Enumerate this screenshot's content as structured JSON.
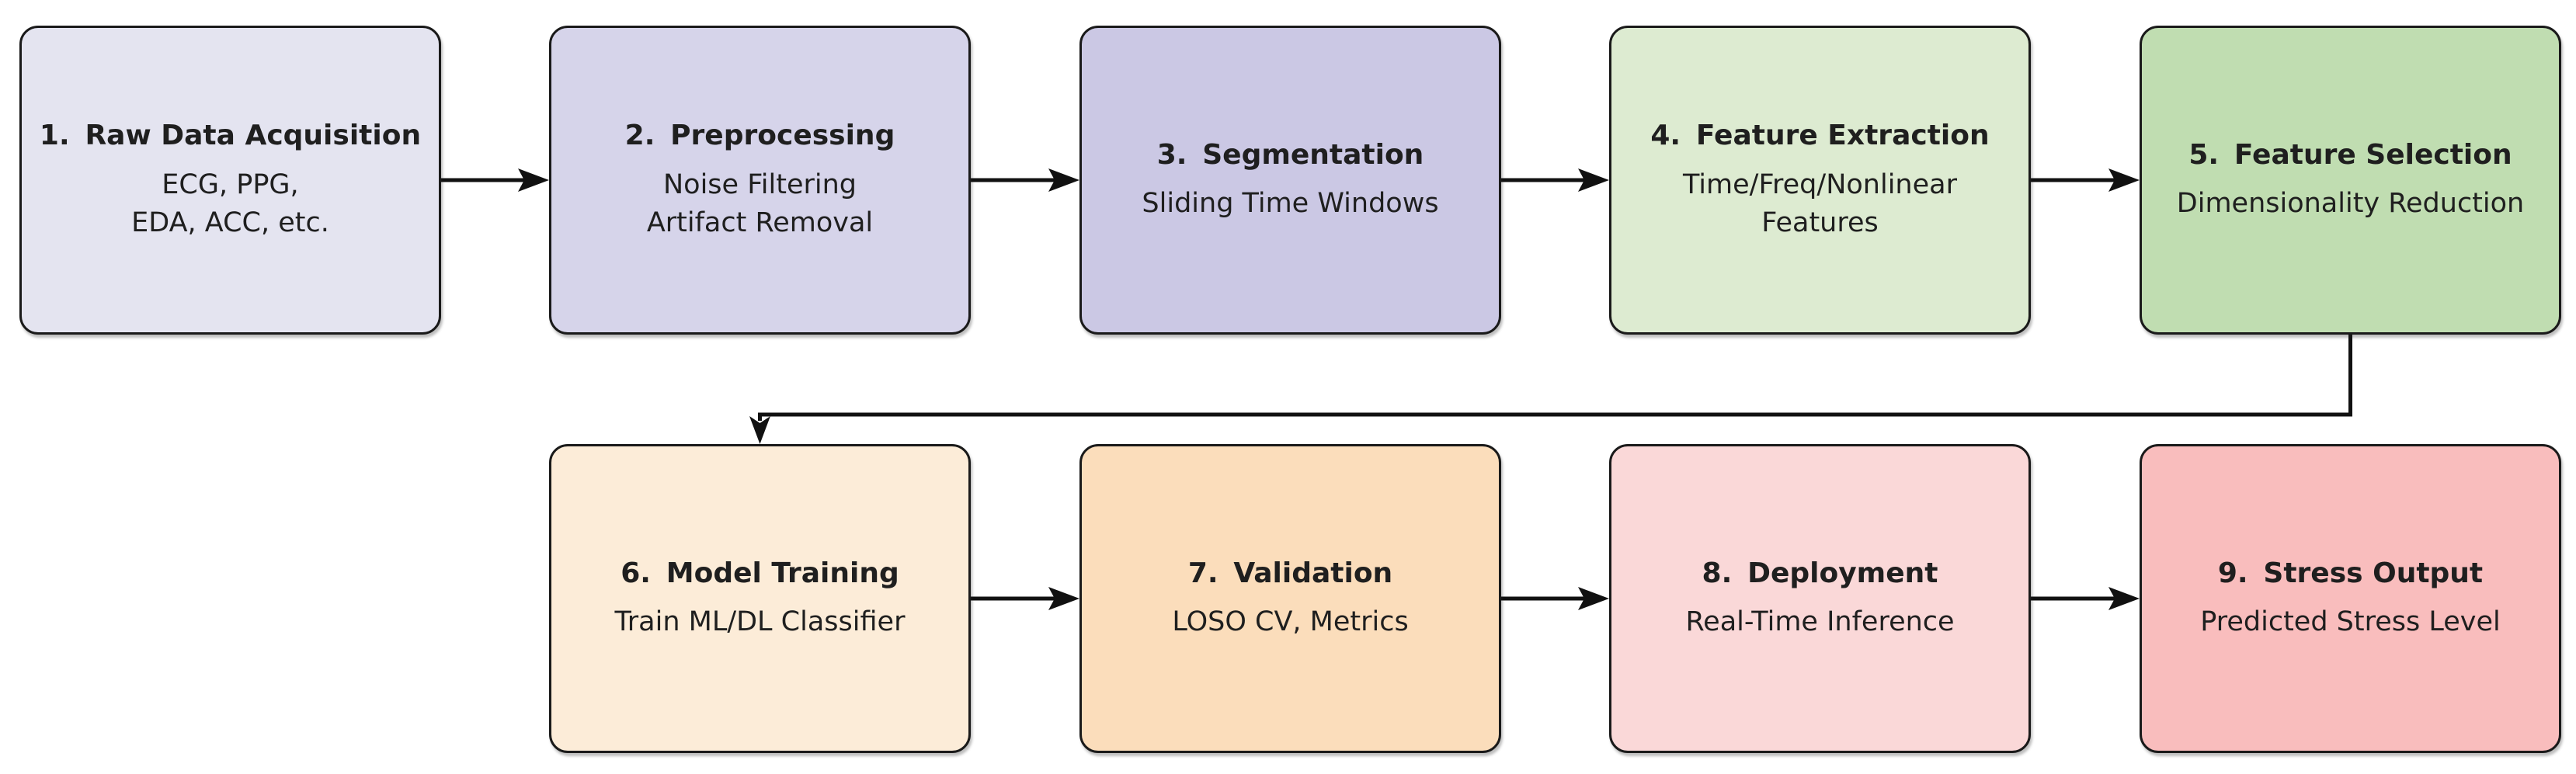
{
  "diagram": {
    "description": "Nine-step stress detection machine-learning pipeline flowchart",
    "background_color": "#ffffff",
    "border_color": "#1a1a1a",
    "arrow_color": "#111111",
    "boxes": [
      {
        "num": "1.",
        "title": "Raw Data Acquisition",
        "lines": [
          "ECG, PPG,",
          "EDA, ACC, etc."
        ],
        "fill": "#E4E4F0"
      },
      {
        "num": "2.",
        "title": "Preprocessing",
        "lines": [
          "Noise Filtering",
          "Artifact Removal"
        ],
        "fill": "#D6D4EA"
      },
      {
        "num": "3.",
        "title": "Segmentation",
        "lines": [
          "Sliding Time Windows"
        ],
        "fill": "#CBC8E4"
      },
      {
        "num": "4.",
        "title": "Feature Extraction",
        "lines": [
          "Time/Freq/Nonlinear",
          "Features"
        ],
        "fill": "#DDEBD1"
      },
      {
        "num": "5.",
        "title": "Feature Selection",
        "lines": [
          "Dimensionality Reduction"
        ],
        "fill": "#C0DDB1"
      },
      {
        "num": "6.",
        "title": "Model Training",
        "lines": [
          "Train ML/DL Classifier"
        ],
        "fill": "#FCECD8"
      },
      {
        "num": "7.",
        "title": "Validation",
        "lines": [
          "LOSO CV, Metrics"
        ],
        "fill": "#FBDDBB"
      },
      {
        "num": "8.",
        "title": "Deployment",
        "lines": [
          "Real-Time Inference"
        ],
        "fill": "#FAD8D8"
      },
      {
        "num": "9.",
        "title": "Stress Output",
        "lines": [
          "Predicted Stress Level"
        ],
        "fill": "#F9BDBD"
      }
    ],
    "flow": [
      "1 -> 2",
      "2 -> 3",
      "3 -> 4",
      "4 -> 5",
      "5 -> 6 (elbow down-left-down)",
      "6 -> 7",
      "7 -> 8",
      "8 -> 9"
    ]
  }
}
